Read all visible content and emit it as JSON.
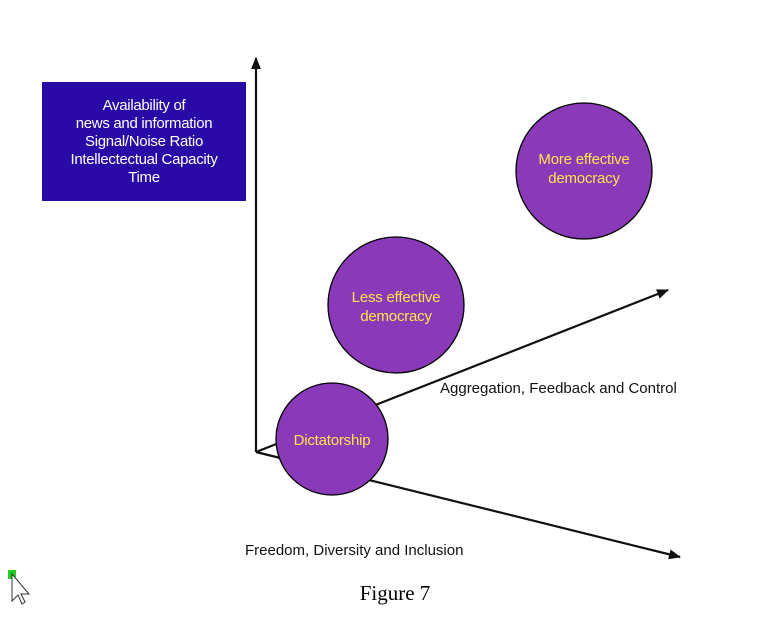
{
  "info_box": {
    "lines": [
      "Availability of",
      "news and information",
      "Signal/Noise Ratio",
      "Intellectectual Capacity",
      "Time"
    ],
    "fill_color": "#2a0aa6"
  },
  "bubbles": [
    {
      "id": "dictatorship",
      "lines": [
        "Dictatorship"
      ]
    },
    {
      "id": "less-effective",
      "lines": [
        "Less effective",
        "democracy"
      ]
    },
    {
      "id": "more-effective",
      "lines": [
        "More effective",
        "democracy"
      ]
    }
  ],
  "bubble_fill_color": "#8a3ab9",
  "bubble_text_color": "#ffe54a",
  "axes": {
    "upper_right_label": "Aggregation, Feedback and Control",
    "lower_right_label": "Freedom, Diversity and Inclusion"
  },
  "caption": "Figure 7",
  "cursor": {
    "icon": "arrow-cursor-icon",
    "marker_color": "#22cc22"
  }
}
